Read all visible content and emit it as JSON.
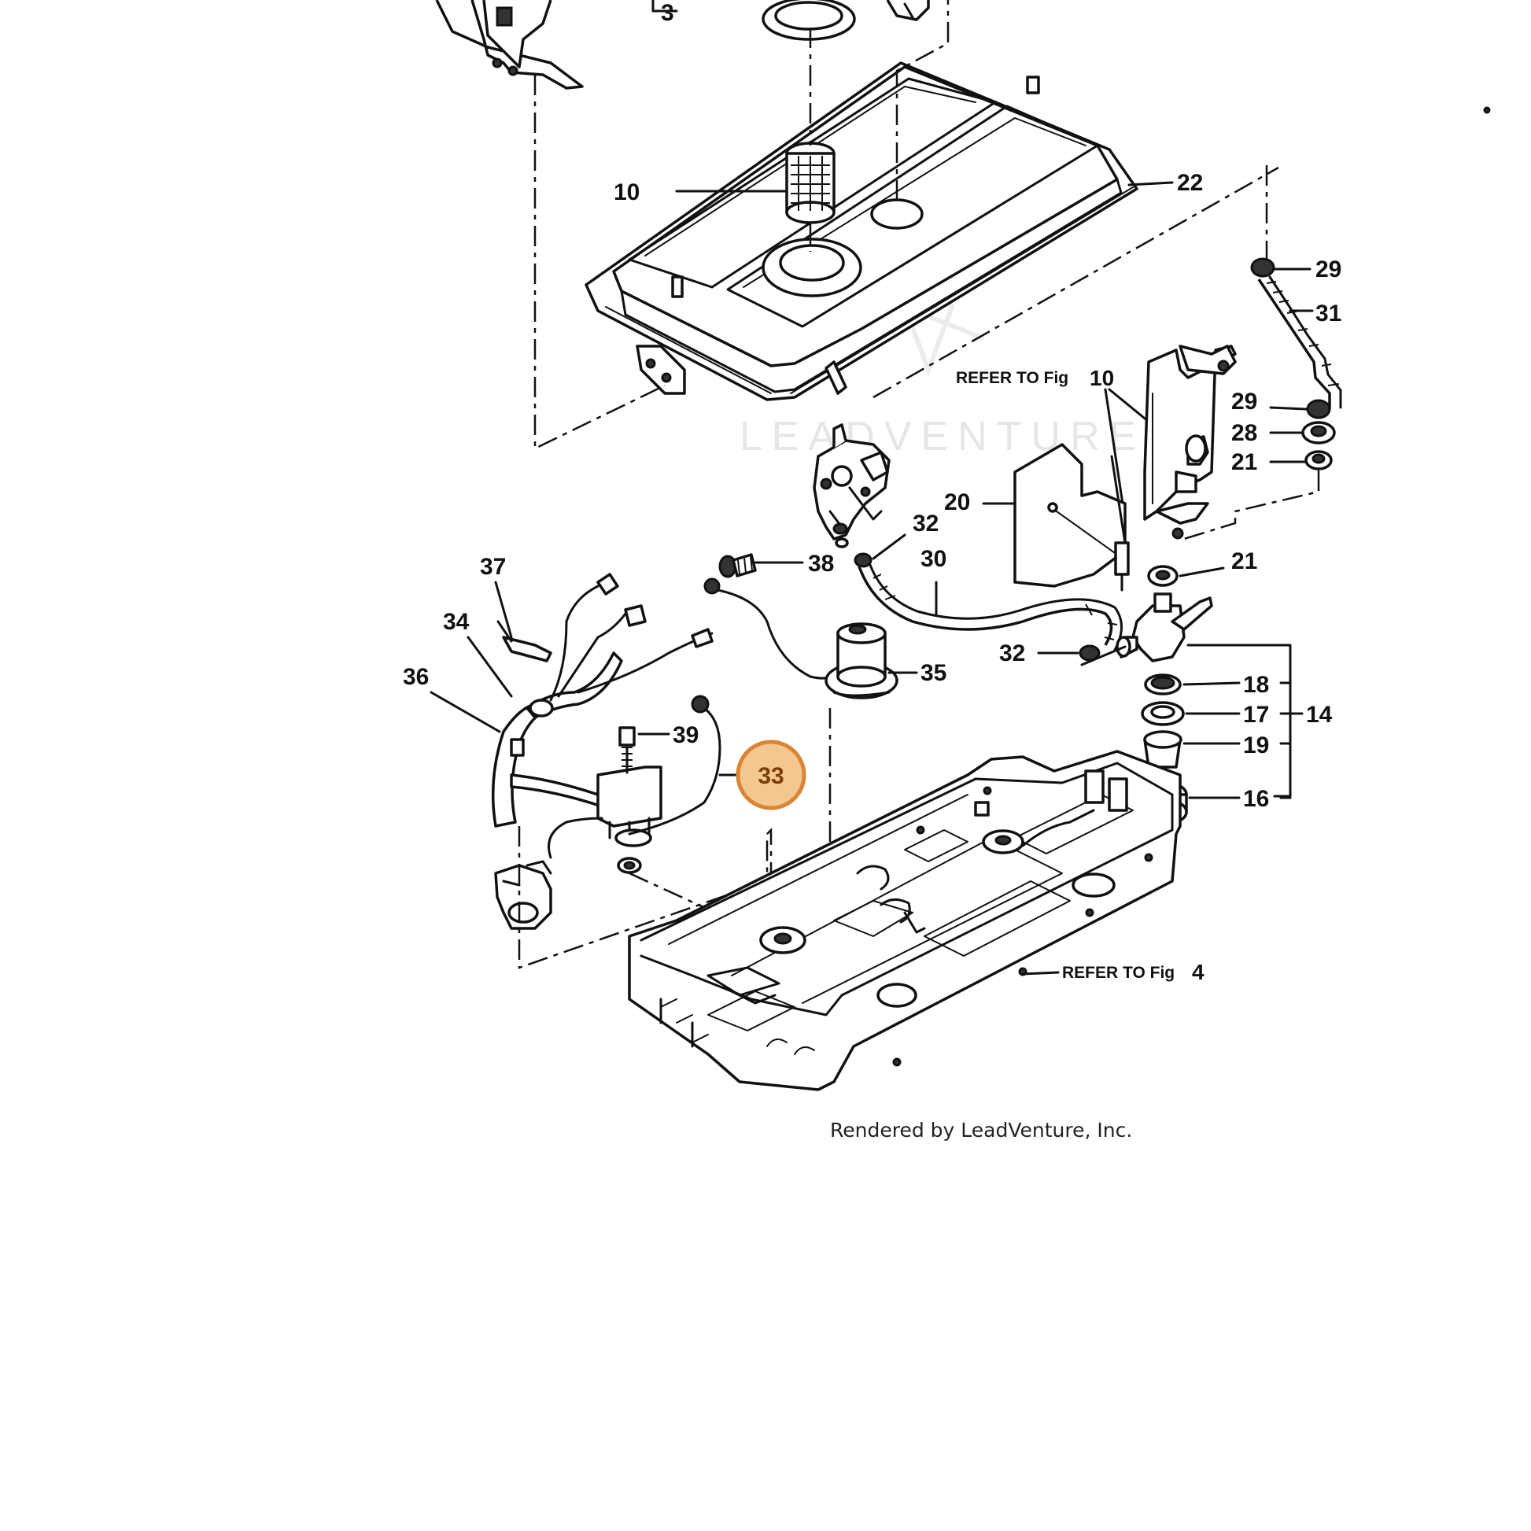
{
  "diagram": {
    "callouts": {
      "c3": "3",
      "c10": "10",
      "c14": "14",
      "c16": "16",
      "c17": "17",
      "c18": "18",
      "c19": "19",
      "c20": "20",
      "c21a": "21",
      "c21b": "21",
      "c22": "22",
      "c28": "28",
      "c29a": "29",
      "c29b": "29",
      "c30": "30",
      "c31": "31",
      "c32a": "32",
      "c32b": "32",
      "c34": "34",
      "c35": "35",
      "c36": "36",
      "c37": "37",
      "c38": "38",
      "c39": "39"
    },
    "highlighted_callout": "33",
    "references": {
      "fig10_prefix": "REFER TO Fig",
      "fig10_num": "10",
      "fig4_prefix": "REFER TO Fig",
      "fig4_num": "4"
    },
    "watermark": "LEADVENTURE",
    "credit": "Rendered by LeadVenture, Inc.",
    "colors": {
      "highlight_fill": "#f4c690",
      "highlight_stroke": "#d98533",
      "highlight_text": "#7a3c0a",
      "line": "#111111"
    }
  }
}
